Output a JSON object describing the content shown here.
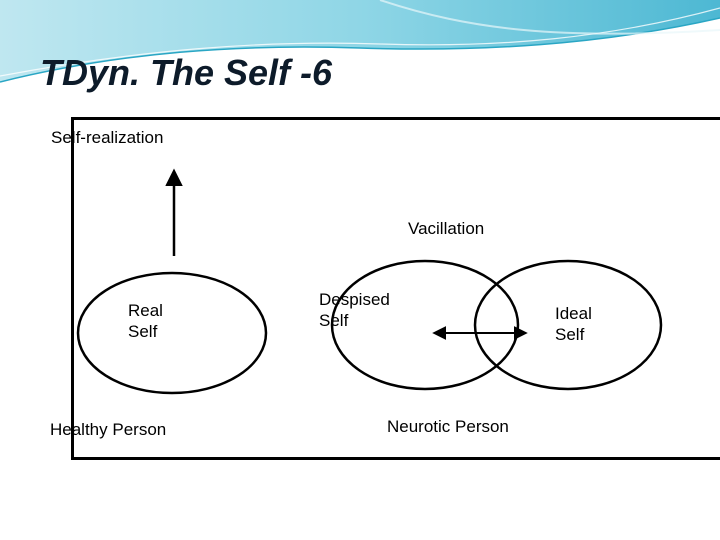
{
  "slide": {
    "title": "TDyn. The Self -6"
  },
  "diagram": {
    "self_realization": "Self-realization",
    "vacillation": "Vacillation",
    "real_self_line1": "Real",
    "real_self_line2": "Self",
    "despised_self_line1": "Despised",
    "despised_self_line2": "Self",
    "ideal_self_line1": "Ideal",
    "ideal_self_line2": "Self",
    "healthy_person": "Healthy Person",
    "neurotic_person": "Neurotic Person"
  },
  "colors": {
    "header_light": "#d9f1f6",
    "header_mid": "#7fcfe0",
    "header_dark": "#2aa6c4",
    "line": "#000000"
  }
}
